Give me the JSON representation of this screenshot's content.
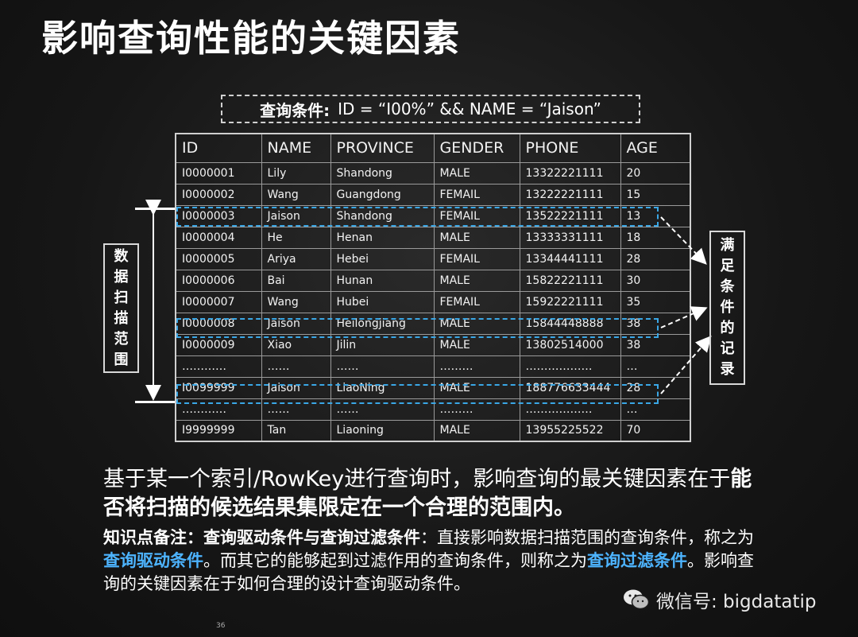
{
  "title": "影响查询性能的关键因素",
  "query": {
    "label": "查询条件:",
    "condition": "ID = “I00%” && NAME = “Jaison”"
  },
  "table": {
    "headers": [
      "ID",
      "NAME",
      "PROVINCE",
      "GENDER",
      "PHONE",
      "AGE"
    ],
    "rows": [
      [
        "I0000001",
        "Lily",
        "Shandong",
        "MALE",
        "13322221111",
        "20"
      ],
      [
        "I0000002",
        "Wang",
        "Guangdong",
        "FEMAIL",
        "13222221111",
        "15"
      ],
      [
        "I0000003",
        "Jaison",
        "Shandong",
        "FEMAIL",
        "13522221111",
        "13"
      ],
      [
        "I0000004",
        "He",
        "Henan",
        "MALE",
        "13333331111",
        "18"
      ],
      [
        "I0000005",
        "Ariya",
        "Hebei",
        "FEMAIL",
        "13344441111",
        "28"
      ],
      [
        "I0000006",
        "Bai",
        "Hunan",
        "MALE",
        "15822221111",
        "30"
      ],
      [
        "I0000007",
        "Wang",
        "Hubei",
        "FEMAIL",
        "15922221111",
        "35"
      ],
      [
        "I0000008",
        "Jaison",
        "Heilongjiang",
        "MALE",
        "15844448888",
        "38"
      ],
      [
        "I0000009",
        "Xiao",
        "Jilin",
        "MALE",
        "13802514000",
        "38"
      ],
      [
        "…………",
        "……",
        "……",
        "………",
        "………………",
        "…"
      ],
      [
        "I0099999",
        "Jaison",
        "LiaoNing",
        "MALE",
        "188776633444",
        "28"
      ],
      [
        "…………",
        "……",
        "……",
        "………",
        "………………",
        "…"
      ],
      [
        "I9999999",
        "Tan",
        "Liaoning",
        "MALE",
        "13955225522",
        "70"
      ]
    ]
  },
  "scan_label": [
    "数",
    "据",
    "扫",
    "描",
    "范",
    "围"
  ],
  "match_label": [
    "满",
    "足",
    "条",
    "件",
    "的",
    "记",
    "录"
  ],
  "body": {
    "line_plain": "基于某一个索引/RowKey进行查询时，影响查询的最关键因素在于",
    "line_bold": "能否将扫描的候选结果集限定在一个合理的范围内。"
  },
  "note": {
    "label": "知识点备注：查询驱动条件与查询过滤条件",
    "text1": "：直接影响数据扫描范围的查询条件，称之为",
    "term1": "查询驱动条件",
    "text2": "。而其它的能够起到过滤作用的查询条件，则称之为",
    "term2": "查询过滤条件",
    "text3": "。影响查询的关键因素在于如何合理的设计查询驱动条件。"
  },
  "page_number": "36",
  "watermark": "微信号: bigdatatip",
  "colors": {
    "highlight": "#3aa7e6",
    "note_term": "#4db4ff",
    "background": "#1a1a1a"
  }
}
